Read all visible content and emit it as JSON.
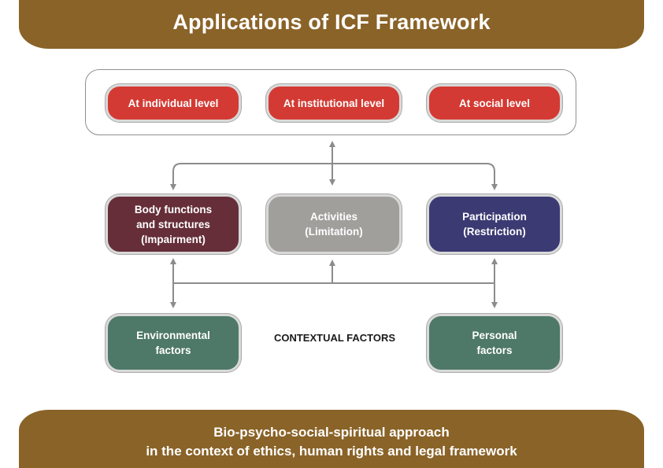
{
  "title": "Applications of ICF Framework",
  "levels": [
    {
      "label": "At individual level"
    },
    {
      "label": "At institutional level"
    },
    {
      "label": "At social level"
    }
  ],
  "components": {
    "body": {
      "lines": [
        "Body functions",
        "and structures",
        "(Impairment)"
      ],
      "color": "#652e38"
    },
    "activities": {
      "lines": [
        "Activities",
        "(Limitation)"
      ],
      "color": "#a09f9c"
    },
    "participation": {
      "lines": [
        "Participation",
        "(Restriction)"
      ],
      "color": "#3b3a73"
    }
  },
  "contextual": {
    "label": "CONTEXTUAL FACTORS",
    "environmental": {
      "lines": [
        "Environmental",
        "factors"
      ]
    },
    "personal": {
      "lines": [
        "Personal",
        "factors"
      ]
    }
  },
  "footer": {
    "line1": "Bio-psycho-social-spiritual approach",
    "line2": "in the context of ethics, human rights and legal framework"
  },
  "colors": {
    "brown": "#8a6328",
    "red": "#d33a33",
    "green": "#4e7867",
    "connector": "#8c8c8c"
  }
}
